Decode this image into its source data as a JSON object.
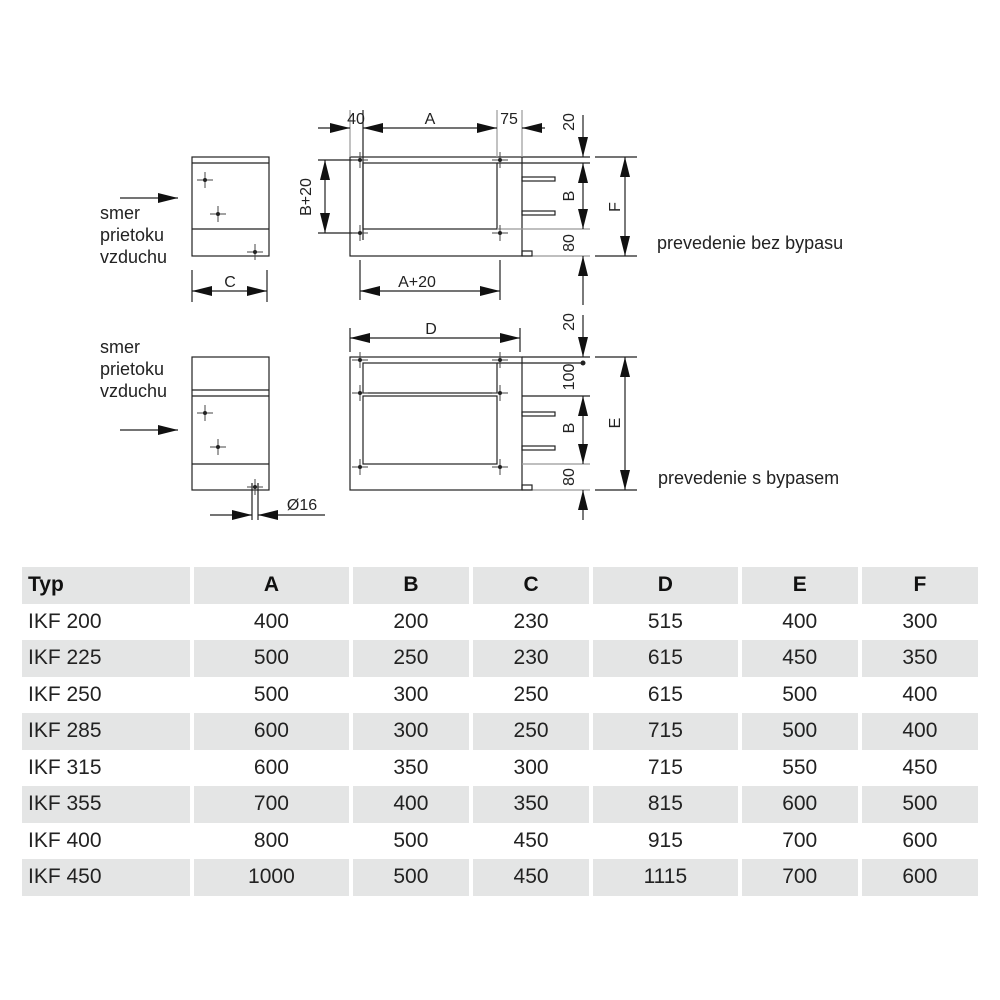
{
  "diagram": {
    "flow_label": [
      "smer",
      "prietoku",
      "vzduchu"
    ],
    "dims": {
      "d40": "40",
      "dA": "A",
      "d75": "75",
      "d20": "20",
      "dB": "B",
      "d80": "80",
      "dF": "F",
      "dB20": "B+20",
      "dA20": "A+20",
      "dC": "C",
      "dD": "D",
      "d100": "100",
      "dE": "E",
      "dO16": "Ø16"
    },
    "caption_top": "prevedenie bez bypasu",
    "caption_bottom": "prevedenie s bypasem"
  },
  "table": {
    "headers": [
      "Typ",
      "A",
      "B",
      "C",
      "D",
      "E",
      "F"
    ],
    "rows": [
      [
        "IKF 200",
        "400",
        "200",
        "230",
        "515",
        "400",
        "300"
      ],
      [
        "IKF 225",
        "500",
        "250",
        "230",
        "615",
        "450",
        "350"
      ],
      [
        "IKF 250",
        "500",
        "300",
        "250",
        "615",
        "500",
        "400"
      ],
      [
        "IKF 285",
        "600",
        "300",
        "250",
        "715",
        "500",
        "400"
      ],
      [
        "IKF 315",
        "600",
        "350",
        "300",
        "715",
        "550",
        "450"
      ],
      [
        "IKF 355",
        "700",
        "400",
        "350",
        "815",
        "600",
        "500"
      ],
      [
        "IKF 400",
        "800",
        "500",
        "450",
        "915",
        "700",
        "600"
      ],
      [
        "IKF 450",
        "1000",
        "500",
        "450",
        "1115",
        "700",
        "600"
      ]
    ]
  }
}
